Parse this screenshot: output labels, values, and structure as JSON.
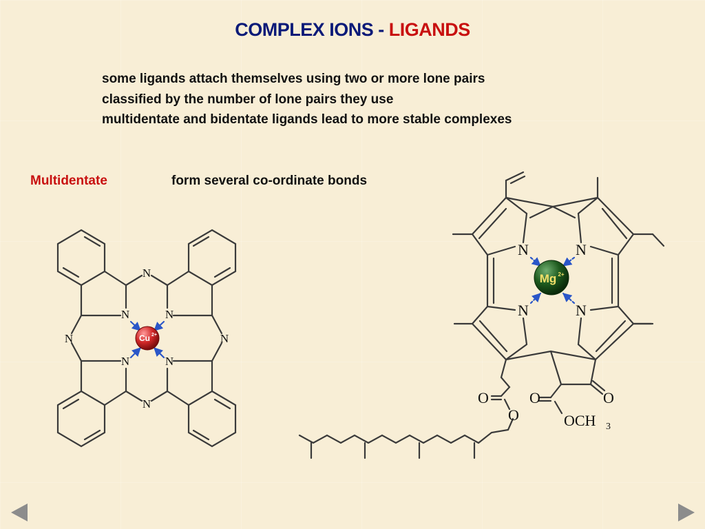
{
  "slide": {
    "title_part1": "COMPLEX IONS - ",
    "title_part2": "LIGANDS",
    "bullets": [
      "some ligands attach themselves using two or more lone pairs",
      "classified by the number of lone pairs they use",
      "multidentate and bidentate ligands lead to more stable complexes"
    ],
    "section_term": "Multidentate",
    "section_description": "form several co-ordinate bonds"
  },
  "phthalocyanine": {
    "metal": "Cu",
    "metal_charge": "2+",
    "atom_label": "N"
  },
  "chlorophyll": {
    "metal": "Mg",
    "metal_charge": "2+",
    "atom_label": "N",
    "oxygen_label": "O",
    "ester_carbonyl": "O=C",
    "methoxy": "OCH",
    "methoxy_subscript": "3"
  },
  "navigation": {
    "prev_icon": "triangle-left-icon",
    "next_icon": "triangle-right-icon"
  },
  "colors": {
    "title_blue": "#0b1a78",
    "accent_red": "#c81010",
    "copper": "#d02828",
    "magnesium": "#1e5a1e",
    "arrow": "#2a56c8"
  }
}
